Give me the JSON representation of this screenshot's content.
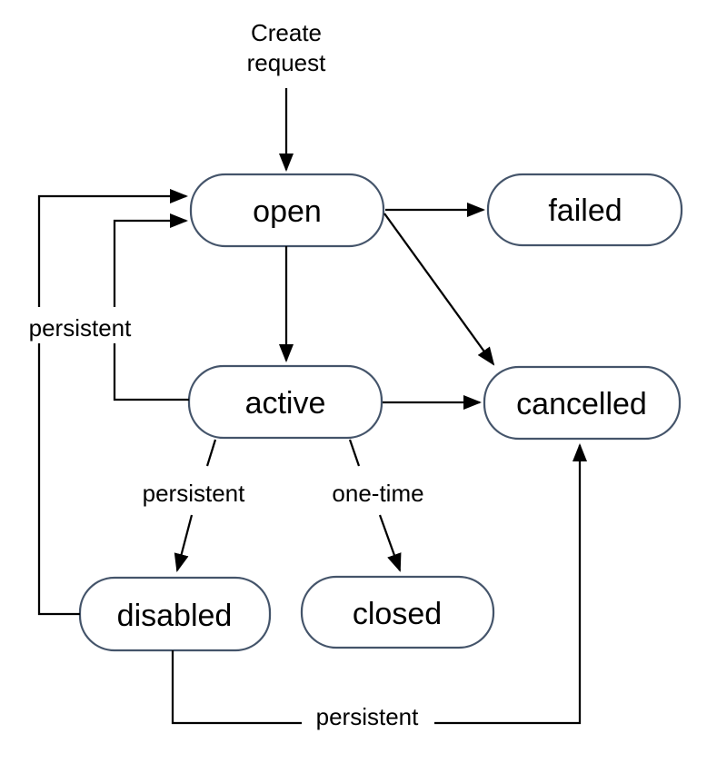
{
  "diagram": {
    "type": "state-diagram",
    "background": "#FFFFFF",
    "colors": {
      "node_border": "#44546A",
      "node_fill": "#FFFFFF",
      "edge_line": "#000000",
      "label_text": "#000000"
    },
    "nodes": [
      {
        "id": "open",
        "label": "open"
      },
      {
        "id": "failed",
        "label": "failed"
      },
      {
        "id": "active",
        "label": "active"
      },
      {
        "id": "cancelled",
        "label": "cancelled"
      },
      {
        "id": "disabled",
        "label": "disabled"
      },
      {
        "id": "closed",
        "label": "closed"
      }
    ],
    "edges": [
      {
        "from": "start",
        "to": "open",
        "label": "Create request",
        "label_lines": [
          "Create",
          "request"
        ]
      },
      {
        "from": "open",
        "to": "failed",
        "label": ""
      },
      {
        "from": "open",
        "to": "cancelled",
        "label": ""
      },
      {
        "from": "open",
        "to": "active",
        "label": ""
      },
      {
        "from": "active",
        "to": "cancelled",
        "label": ""
      },
      {
        "from": "active",
        "to": "open",
        "label": ""
      },
      {
        "from": "disabled",
        "to": "open",
        "label": "persistent"
      },
      {
        "from": "active",
        "to": "disabled",
        "label": "persistent"
      },
      {
        "from": "active",
        "to": "closed",
        "label": "one-time"
      },
      {
        "from": "disabled",
        "to": "cancelled",
        "label": "persistent"
      }
    ]
  }
}
